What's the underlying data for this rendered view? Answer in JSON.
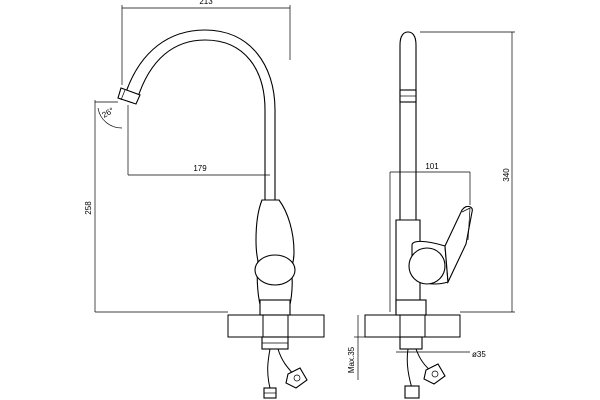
{
  "dimensions": {
    "spout_reach": "213",
    "spout_offset": "179",
    "spout_angle": "26°",
    "height_to_spout": "258",
    "total_height": "340",
    "handle_reach": "101",
    "max_counter": "Max.35",
    "hole_diameter": "ø35"
  },
  "colors": {
    "line": "#000000",
    "background": "#ffffff"
  },
  "icons": {
    "hose-connector": "hex-nut",
    "counter-section": "hatched-section"
  }
}
